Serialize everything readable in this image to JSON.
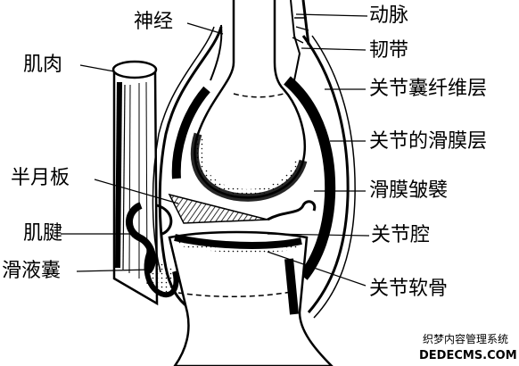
{
  "labels": {
    "artery": "动脉",
    "nerve": "神经",
    "ligament": "韧带",
    "muscle": "肌肉",
    "fibrous_capsule": "关节囊纤维层",
    "synovial_membrane": "关节的滑膜层",
    "meniscus": "半月板",
    "synovial_fold": "滑膜皱襞",
    "tendon": "肌腱",
    "joint_cavity": "关节腔",
    "bursa": "滑液囊",
    "articular_cartilage": "关节软骨"
  },
  "watermark": {
    "line1": "织梦内容管理系统",
    "line2": "DEDECMS.COM"
  },
  "colors": {
    "ink": "#000000",
    "paper": "#ffffff"
  }
}
